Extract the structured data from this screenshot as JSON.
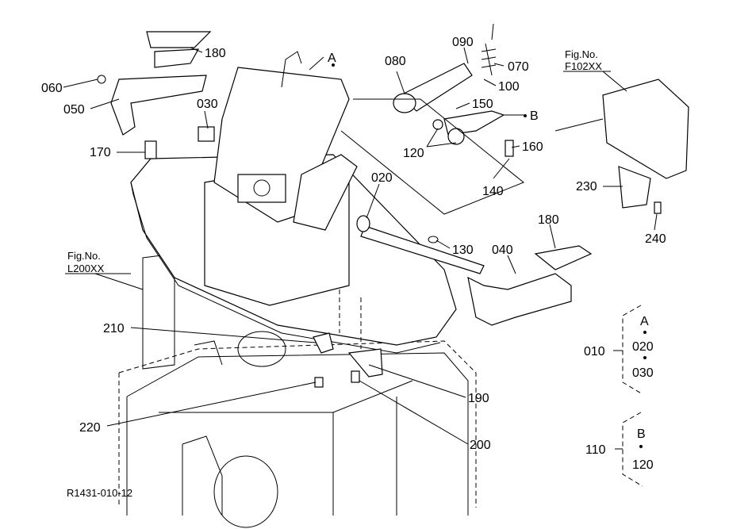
{
  "diagram": {
    "callouts": {
      "c180a": "180",
      "c060": "060",
      "c050": "050",
      "c030": "030",
      "cA": "A",
      "c080": "080",
      "c090": "090",
      "c070": "070",
      "c100": "100",
      "c150": "150",
      "cB": "B",
      "c120": "120",
      "c160": "160",
      "c140": "140",
      "c230": "230",
      "c240": "240",
      "c170": "170",
      "c020": "020",
      "c130": "130",
      "c040": "040",
      "c180b": "180",
      "c210": "210",
      "c190": "190",
      "c220": "220",
      "c200": "200"
    },
    "fig_refs": [
      {
        "label": "Fig.No.",
        "code": "F102XX"
      },
      {
        "label": "Fig.No.",
        "code": "L200XX"
      }
    ],
    "assemblies": [
      {
        "number": "010",
        "group": "A",
        "parts": [
          "020",
          "030"
        ]
      },
      {
        "number": "110",
        "group": "B",
        "parts": [
          "120"
        ]
      }
    ],
    "drawing_code": "R1431-010-12"
  }
}
